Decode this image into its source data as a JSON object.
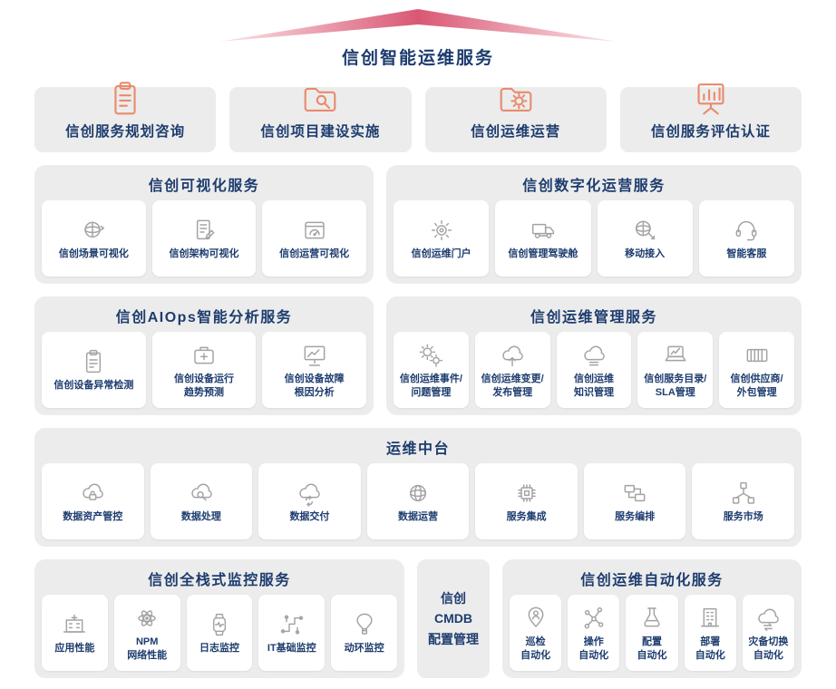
{
  "header": {
    "title": "信创智能运维服务"
  },
  "top_services": [
    {
      "label": "信创服务规划咨询",
      "icon": "clipboard"
    },
    {
      "label": "信创项目建设实施",
      "icon": "folder-search"
    },
    {
      "label": "信创运维运营",
      "icon": "folder-gear"
    },
    {
      "label": "信创服务评估认证",
      "icon": "chart-board"
    }
  ],
  "panels": {
    "visualization": {
      "title": "信创可视化服务",
      "cards": [
        {
          "label": "信创场景可视化",
          "icon": "globe-arrows"
        },
        {
          "label": "信创架构可视化",
          "icon": "document-edit"
        },
        {
          "label": "信创运营可视化",
          "icon": "gauge"
        }
      ]
    },
    "digital_ops": {
      "title": "信创数字化运营服务",
      "cards": [
        {
          "label": "信创运维门户",
          "icon": "gear"
        },
        {
          "label": "信创管理驾驶舱",
          "icon": "truck"
        },
        {
          "label": "移动接入",
          "icon": "globe-touch"
        },
        {
          "label": "智能客服",
          "icon": "headset"
        }
      ]
    },
    "aiops": {
      "title": "信创AIOps智能分析服务",
      "cards": [
        {
          "label": "信创设备异常检测",
          "icon": "clipboard-check"
        },
        {
          "label": "信创设备运行\n趋势预测",
          "icon": "medkit"
        },
        {
          "label": "信创设备故障\n根因分析",
          "icon": "monitor-chart"
        }
      ]
    },
    "ops_mgmt": {
      "title": "信创运维管理服务",
      "cards": [
        {
          "label": "信创运维事件/\n问题管理",
          "icon": "gears"
        },
        {
          "label": "信创运维变更/\n发布管理",
          "icon": "cloud-upload"
        },
        {
          "label": "信创运维\n知识管理",
          "icon": "cloud-doc"
        },
        {
          "label": "信创服务目录/\nSLA管理",
          "icon": "laptop-chart"
        },
        {
          "label": "信创供应商/\n外包管理",
          "icon": "container"
        }
      ]
    },
    "middle_platform": {
      "title": "运维中台",
      "cards": [
        {
          "label": "数据资产管控",
          "icon": "cloud-lock"
        },
        {
          "label": "数据处理",
          "icon": "cloud-search"
        },
        {
          "label": "数据交付",
          "icon": "cloud-sync"
        },
        {
          "label": "数据运营",
          "icon": "globe-grid"
        },
        {
          "label": "服务集成",
          "icon": "chip"
        },
        {
          "label": "服务编排",
          "icon": "monitor-nodes"
        },
        {
          "label": "服务市场",
          "icon": "share-nodes"
        }
      ]
    },
    "monitoring": {
      "title": "信创全栈式监控服务",
      "cards": [
        {
          "label": "应用性能",
          "icon": "building-cross"
        },
        {
          "label": "NPM\n网络性能",
          "icon": "atom"
        },
        {
          "label": "日志监控",
          "icon": "watch"
        },
        {
          "label": "IT基础监控",
          "icon": "circuit"
        },
        {
          "label": "动环监控",
          "icon": "balloon"
        }
      ]
    },
    "cmdb": {
      "label": "信创\nCMDB\n配置管理"
    },
    "automation": {
      "title": "信创运维自动化服务",
      "cards": [
        {
          "label": "巡检\n自动化",
          "icon": "person-pin"
        },
        {
          "label": "操作\n自动化",
          "icon": "molecule"
        },
        {
          "label": "配置\n自动化",
          "icon": "flask"
        },
        {
          "label": "部署\n自动化",
          "icon": "building"
        },
        {
          "label": "灾备切换\n自动化",
          "icon": "cloud-swap"
        }
      ]
    }
  },
  "colors": {
    "navy": "#1d3c6e",
    "accent_orange": "#e98a6d",
    "panel_gray": "#ececec",
    "icon_gray": "#a3a3a3",
    "roof_pink": "#d95874"
  }
}
